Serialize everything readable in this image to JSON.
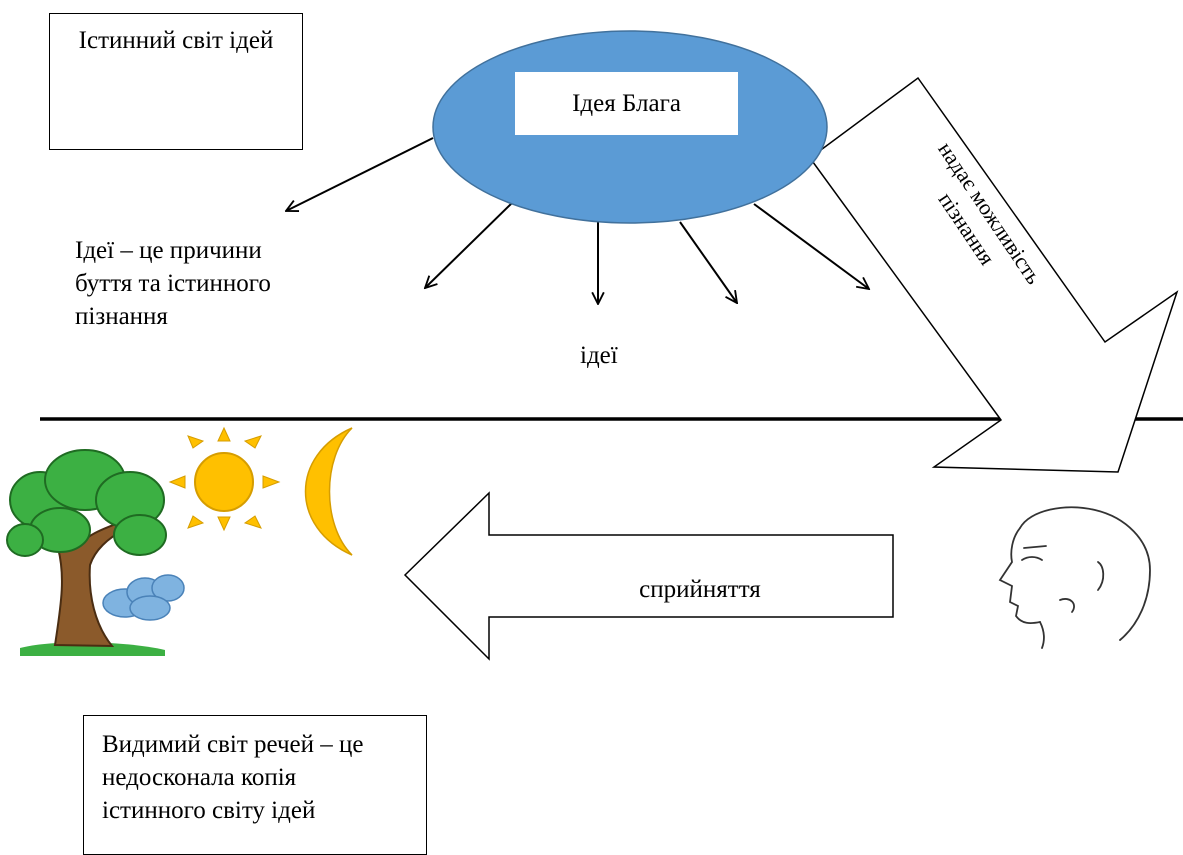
{
  "true_world": {
    "title": "Істинний світ ідей"
  },
  "idea_of_good": {
    "label": "Ідея Блага"
  },
  "ideas_causes": {
    "text": "Ідеї – це причини буття та істинного пізнання"
  },
  "ideas_label": {
    "text": "ідеї"
  },
  "knowledge_arrow": {
    "line1": "надає можливість",
    "line2": "пізнання"
  },
  "perception_arrow": {
    "label": "сприйняття"
  },
  "visible_world": {
    "text": "Видимий світ речей – це  недосконала копія істинного світу ідей"
  },
  "colors": {
    "ellipse_fill": "#5b9bd5",
    "ellipse_stroke": "#41719c",
    "sun": "#ffc000",
    "moon": "#ffc000",
    "tree_leaves": "#3cb043",
    "tree_trunk": "#8b5a2b",
    "cloud": "#7fb3e0"
  },
  "icons": [
    "tree-icon",
    "sun-icon",
    "moon-icon",
    "cloud-icon",
    "human-head-icon"
  ]
}
